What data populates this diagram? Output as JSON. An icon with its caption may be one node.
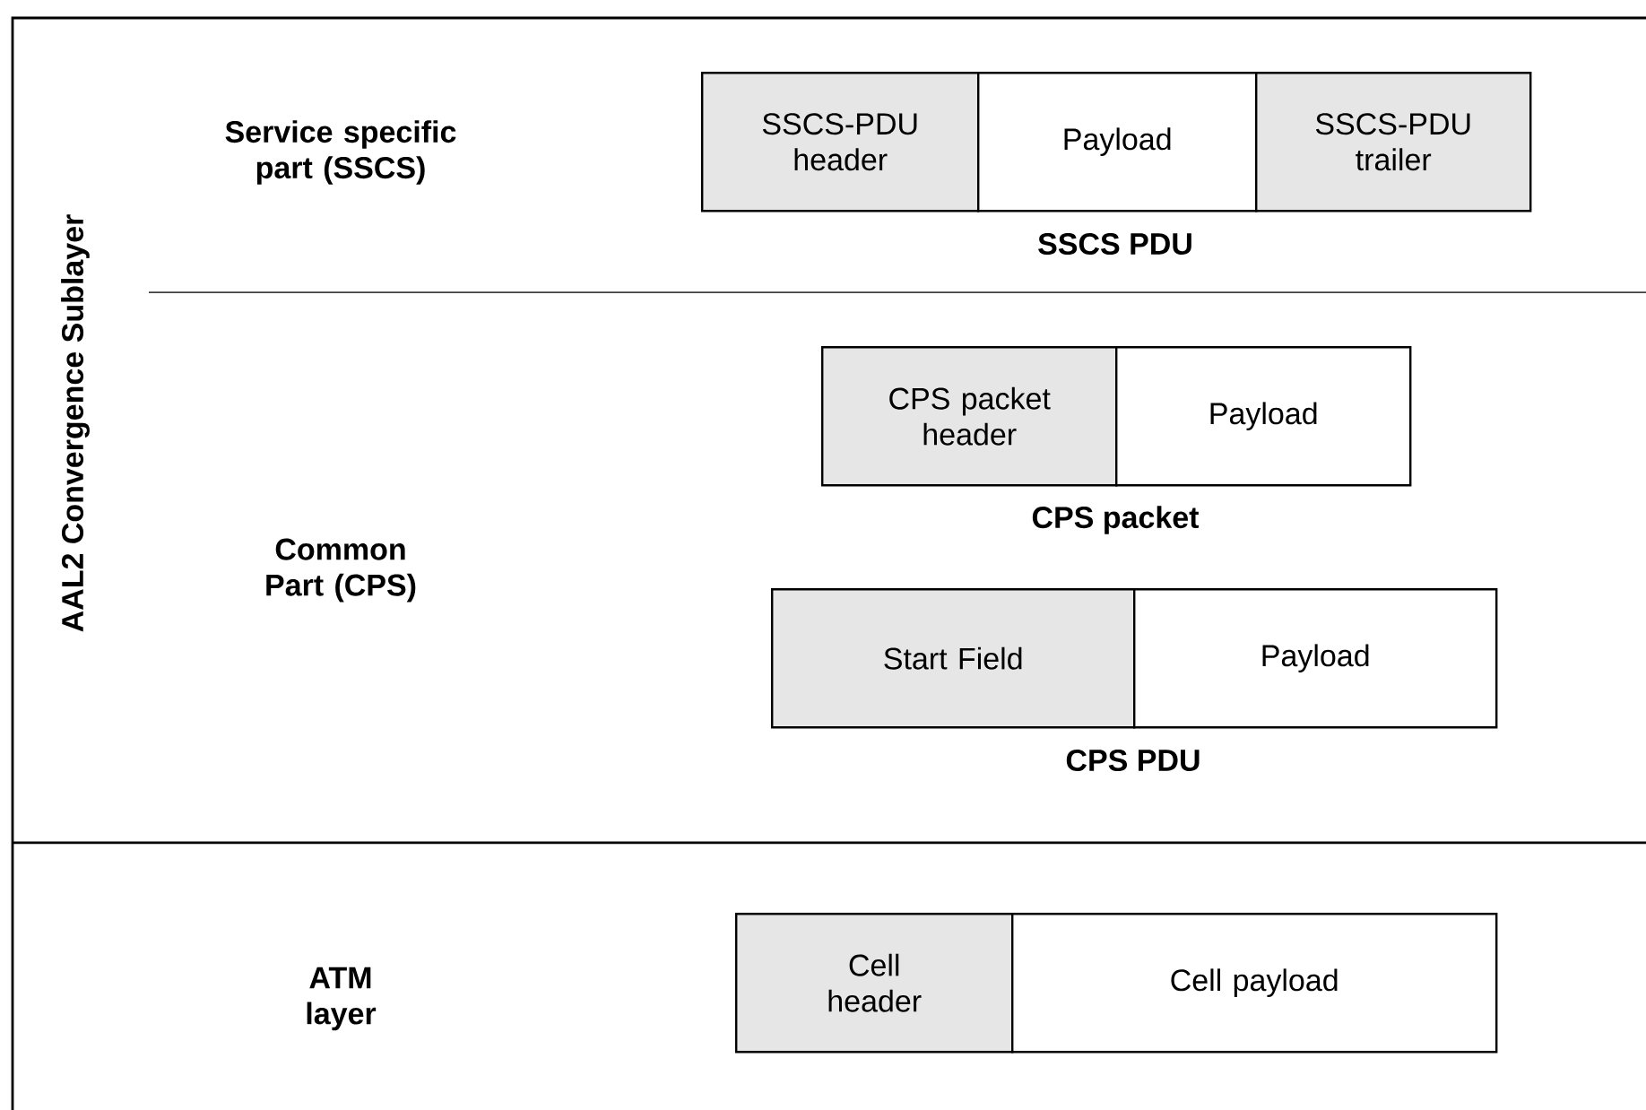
{
  "diagram": {
    "nodes": [
      {
        "text": [
          "SSCS-PDU header"
        ]
      },
      {
        "text": [
          "Payload"
        ]
      },
      {
        "text": [
          "SSCS-PDU trailer"
        ]
      },
      {
        "text": [
          "CPS packet header"
        ]
      },
      {
        "text": [
          "Payload"
        ]
      },
      {
        "text": [
          "Start Field"
        ]
      },
      {
        "text": [
          "Payload"
        ]
      },
      {
        "text": [
          "Cell header"
        ]
      },
      {
        "text": [
          "Cell payload"
        ]
      }
    ],
    "labels": [
      "AAL2 Convergence Sublayer",
      "Service specific part (SSCS)",
      "SSCS PDU",
      "Common Part (CPS)",
      "CPS packet",
      "CPS PDU",
      "ATM layer"
    ]
  }
}
